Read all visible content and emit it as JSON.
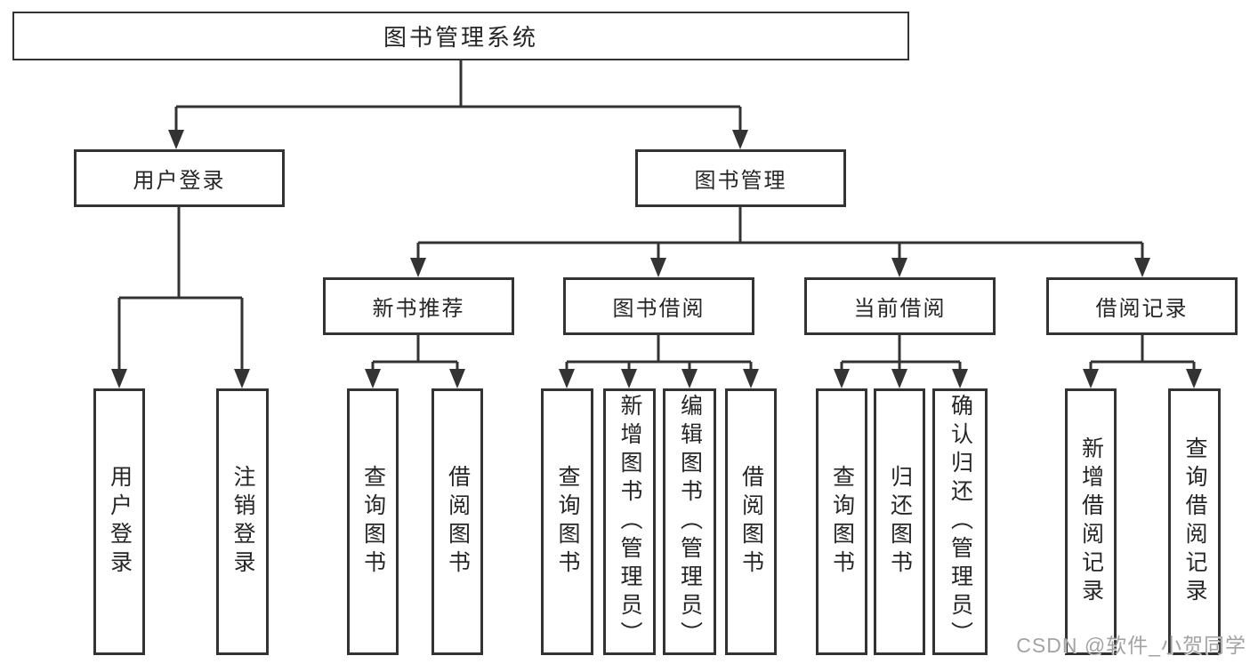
{
  "tree": {
    "label": "图书管理系统",
    "children": [
      {
        "label": "用户登录",
        "children": [
          {
            "label": "用户登录"
          },
          {
            "label": "注销登录"
          }
        ]
      },
      {
        "label": "图书管理",
        "children": [
          {
            "label": "新书推荐",
            "children": [
              {
                "label": "查询图书"
              },
              {
                "label": "借阅图书"
              }
            ]
          },
          {
            "label": "图书借阅",
            "children": [
              {
                "label": "查询图书"
              },
              {
                "label": "新增图书（管理员）"
              },
              {
                "label": "编辑图书（管理员）"
              },
              {
                "label": "借阅图书"
              }
            ]
          },
          {
            "label": "当前借阅",
            "children": [
              {
                "label": "查询图书"
              },
              {
                "label": "归还图书"
              },
              {
                "label": "确认归还（管理员）"
              }
            ]
          },
          {
            "label": "借阅记录",
            "children": [
              {
                "label": "新增借阅记录"
              },
              {
                "label": "查询借阅记录"
              }
            ]
          }
        ]
      }
    ]
  },
  "watermark": {
    "text": "CSDN @软件_小贺同学"
  },
  "colors": {
    "line": "#333333",
    "box_border": "#333333",
    "background": "#ffffff",
    "text": "#262626",
    "watermark": "#a3a3a3"
  }
}
